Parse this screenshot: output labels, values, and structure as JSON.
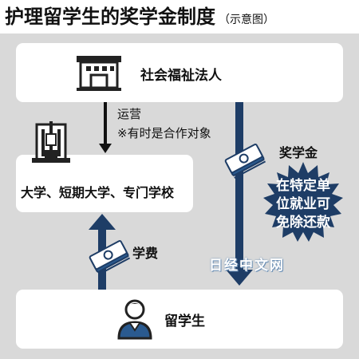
{
  "title": {
    "main": "护理留学生的奖学金制度",
    "note": "（示意图）"
  },
  "nodes": {
    "corporation": "社会福祉法人",
    "school": "大学、短期大学、专门学校",
    "student": "留学生"
  },
  "edges": {
    "operate": "运营",
    "operate_note": "※有时是合作对象",
    "scholarship": "奖学金",
    "tuition": "学费"
  },
  "badge_lines": [
    "在特定单",
    "位就业可",
    "免除还款"
  ],
  "watermark": "日经中文网",
  "colors": {
    "background": "#d9d9d9",
    "arrow_blue": "#1e3d66",
    "badge": "#1e3d66",
    "box": "#ffffff"
  }
}
